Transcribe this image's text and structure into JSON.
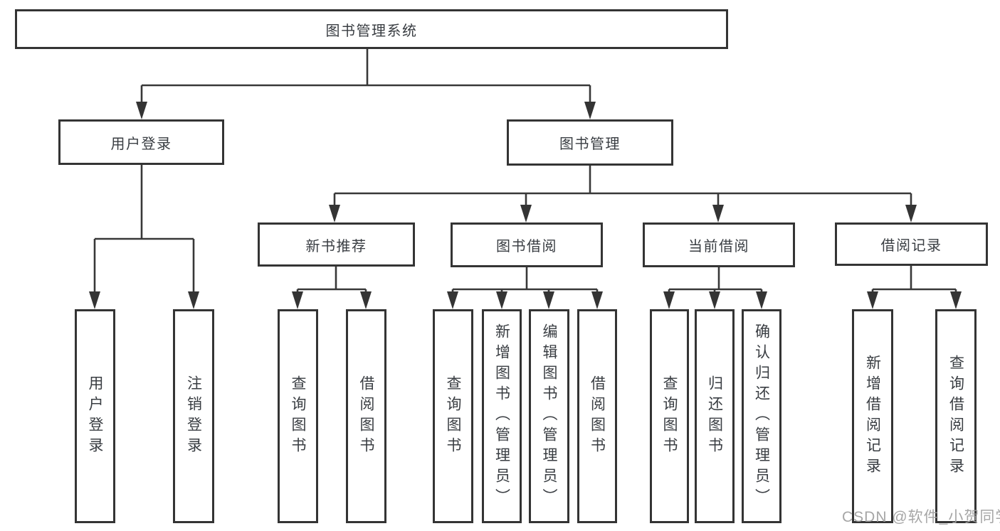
{
  "diagram": {
    "title": "图书管理系统",
    "level2": {
      "user_login": "用户登录",
      "book_management": "图书管理"
    },
    "level3": {
      "new_book_recommend": "新书推荐",
      "book_borrow": "图书借阅",
      "current_borrow": "当前借阅",
      "borrow_records": "借阅记录"
    },
    "leaves": {
      "user_login": [
        "用户登录",
        "注销登录"
      ],
      "new_book_recommend": [
        "查询图书",
        "借阅图书"
      ],
      "book_borrow": [
        "查询图书",
        "新增图书（管理员）",
        "编辑图书（管理员）",
        "借阅图书"
      ],
      "current_borrow": [
        "查询图书",
        "归还图书",
        "确认归还（管理员）"
      ],
      "borrow_records": [
        "新增借阅记录",
        "查询借阅记录"
      ]
    }
  },
  "watermark": "CSDN @软件_小贺同学",
  "colors": {
    "line": "#383838",
    "box_border": "#343434",
    "text": "#393d42",
    "watermark": "#9e9e9e",
    "background": "#ffffff"
  }
}
